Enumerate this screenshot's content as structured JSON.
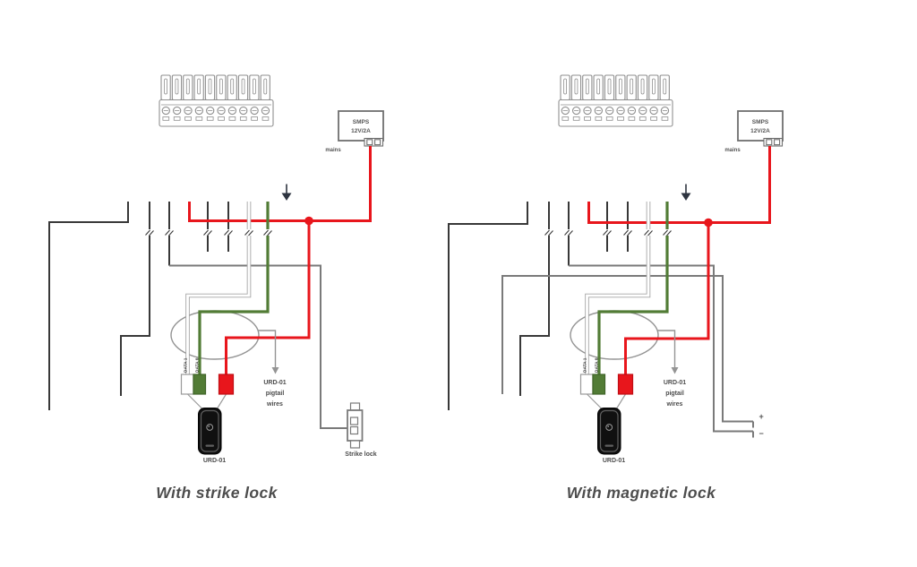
{
  "colors": {
    "wire_dark": "#383838",
    "wire_grey": "#7a7a7a",
    "wire_red": "#e8161c",
    "wire_green": "#527c36",
    "wire_white_outline": "#a6a6a6",
    "outline_light": "#8f8f8f",
    "psu_outline": "#6f6f6f",
    "text_grey": "#4d4d4d",
    "ground_arrow": "#2e3440"
  },
  "left": {
    "caption": "With strike lock",
    "psu": {
      "line1": "SMPS",
      "line2": "12V/2A",
      "side_label": "mains"
    },
    "pigtail": {
      "line1": "URD-01",
      "line2": "pigtail",
      "line3": "wires"
    },
    "wire_labels": {
      "white": "DATA 1",
      "green": "DATA 0"
    },
    "reader_label": "URD-01",
    "lock_label": "Strike lock"
  },
  "right": {
    "caption": "With magnetic lock",
    "psu": {
      "line1": "SMPS",
      "line2": "12V/2A",
      "side_label": "mains"
    },
    "pigtail": {
      "line1": "URD-01",
      "line2": "pigtail",
      "line3": "wires"
    },
    "wire_labels": {
      "white": "DATA 1",
      "green": "DATA 0"
    },
    "reader_label": "URD-01",
    "lock_plus": "+",
    "lock_minus": "−"
  }
}
